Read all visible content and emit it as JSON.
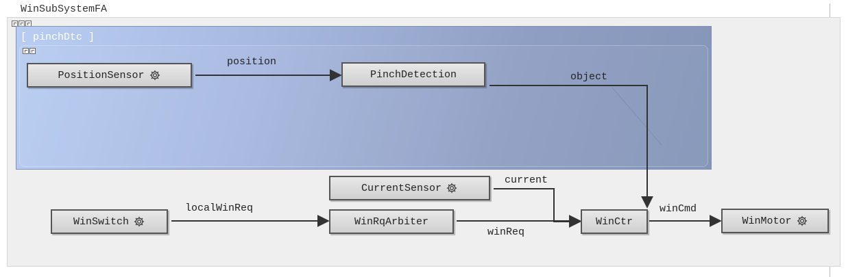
{
  "diagram": {
    "title": "WinSubSystemFA",
    "group": {
      "label": "[ pinchDtc ]"
    },
    "nodes": {
      "position_sensor": "PositionSensor",
      "pinch_detection": "PinchDetection",
      "current_sensor": "CurrentSensor",
      "win_switch": "WinSwitch",
      "win_rq_arbiter": "WinRqArbiter",
      "win_ctr": "WinCtr",
      "win_motor": "WinMotor"
    },
    "edges": {
      "position": "position",
      "object": "object",
      "current": "current",
      "local_win_req": "localWinReq",
      "win_req": "winReq",
      "win_cmd": "winCmd"
    },
    "icons": {
      "sensor": "gear-icon",
      "container": "expand-icon"
    },
    "colors": {
      "group_light": "#b9cdf3",
      "group_dark": "#8595b8",
      "node_fill": "#d9d9d9",
      "edge": "#333333"
    }
  }
}
